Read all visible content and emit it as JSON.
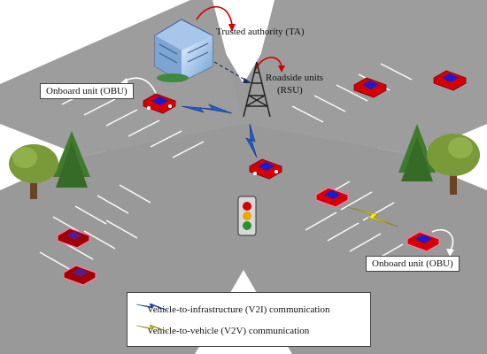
{
  "labels": {
    "ta": "Trusted authority (TA)",
    "rsu_line1": "Roadside units",
    "rsu_line2": "(RSU)",
    "obu_top": "Onboard unit (OBU)",
    "obu_bottom": "Onboard unit (OBU)"
  },
  "legend": {
    "v2i": "Vehicle-to-infrastructure (V2I) communication",
    "v2v": "Vehicle-to-vehicle (V2V) communication"
  },
  "icons": {
    "v2i_symbol": "blue-lightning-bolt",
    "v2v_symbol": "yellow-lightning-bolt",
    "traffic_light": "traffic-light-icon",
    "tower": "radio-tower-icon",
    "building": "office-building-icon",
    "tree": "tree-icon",
    "car": "car-icon"
  },
  "colors": {
    "road": "#9a9a9a",
    "road_edge": "#7c7c7c",
    "lane_marking": "#ffffff",
    "car_body": "#d60000",
    "car_roof": "#1a1ad0",
    "v2i_bolt": "#1a5fd6",
    "v2v_bolt": "#f2ea1f",
    "arrow_red": "#d40000",
    "tree_green": "#3f7a2d"
  }
}
